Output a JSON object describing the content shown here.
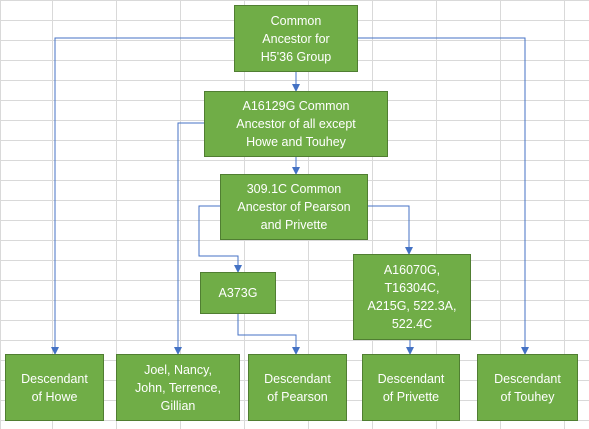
{
  "colors": {
    "node_fill": "#70ad47",
    "node_border": "#507e32",
    "connector": "#4472c4",
    "grid": "#d9d9d9"
  },
  "nodes": {
    "common_ancestor": "Common\nAncestor for\nH5'36 Group",
    "a16129g": "A16129G Common\nAncestor of all except\nHowe and Touhey",
    "c309_1c": "309.1C Common\nAncestor of Pearson\nand Privette",
    "a373g": "A373G",
    "a16070g": "A16070G,\nT16304C,\nA215G, 522.3A,\n522.4C",
    "howe": "Descendant\nof Howe",
    "joel": "Joel, Nancy,\nJohn, Terrence,\nGillian",
    "pearson": "Descendant\nof Pearson",
    "privette": "Descendant\nof Privette",
    "touhey": "Descendant\nof Touhey"
  }
}
